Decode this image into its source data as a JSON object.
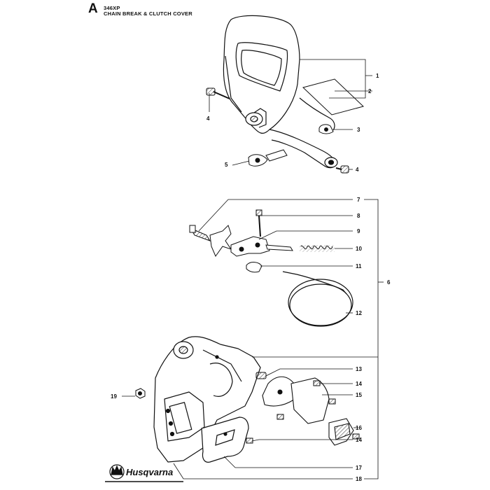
{
  "header": {
    "section_letter": "A",
    "model": "346XP",
    "title": "CHAIN BREAK & CLUTCH COVER"
  },
  "callouts": [
    "1",
    "2",
    "3",
    "4",
    "4",
    "5",
    "6",
    "7",
    "8",
    "9",
    "10",
    "11",
    "12",
    "13",
    "14",
    "14",
    "15",
    "16",
    "17",
    "18",
    "19"
  ],
  "brand": {
    "name": "Husqvarna",
    "logo_icon": "crown-logo-icon"
  }
}
